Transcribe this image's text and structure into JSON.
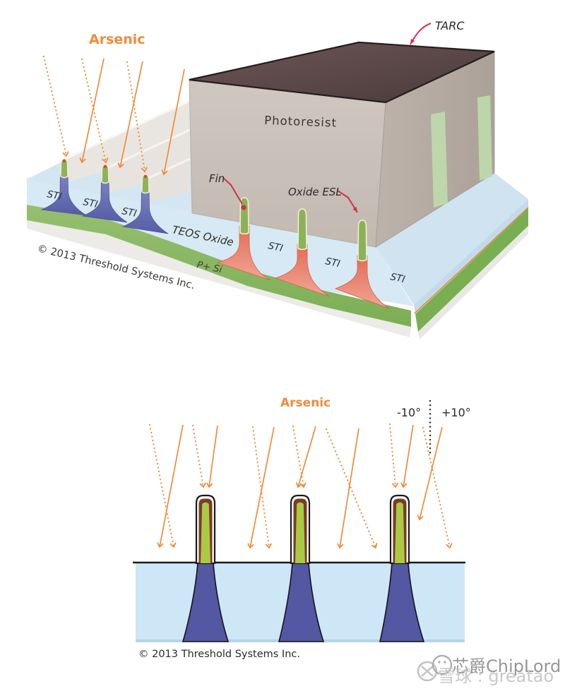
{
  "top_diagram": {
    "arsenic_label": "Arsenic",
    "tarc_label": "TARC",
    "photoresist_label": "Photoresist",
    "fin_label": "Fin",
    "oxide_esl_label": "Oxide ESL",
    "sti_label": "STI",
    "teos_oxide_label": "TEOS Oxide",
    "p_si_label": "P+ Si",
    "copyright": "© 2013 Threshold Systems Inc."
  },
  "bottom_diagram": {
    "arsenic_label": "Arsenic",
    "angle_minus_label": "-10°",
    "angle_plus_label": "+10°",
    "copyright": "© 2013 Threshold Systems Inc."
  },
  "watermark": {
    "brand": "芯爵ChipLord",
    "source": "雪球 : greatao"
  },
  "colors": {
    "arsenic_orange": "#ee8c3d",
    "pointer_red": "#d2304e",
    "tarc_top": "#5d4849",
    "photoresist_front": "#c9c0b8",
    "photoresist_side": "#b3a9a1",
    "esl_cap_green": "#8cb257",
    "sti_oxide_blue": "#d7e9f4",
    "p_si_green": "#8aba62",
    "fin_silicon_blue": "#6068ad",
    "masked_fin_red": "#e8745f",
    "substrate_blue": "#cde7f6",
    "implant_indigo": "#5457a2",
    "fin_core_green": "#aaca44",
    "fin_liner_brown": "#7c3a27",
    "label_dark": "#33302c",
    "watermark_gray": "#9a9a9a"
  }
}
